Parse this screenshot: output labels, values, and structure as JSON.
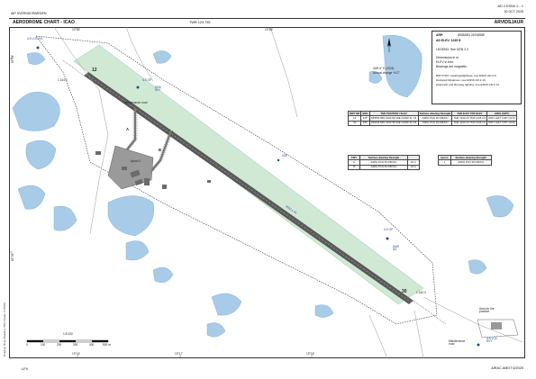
{
  "header": {
    "publisher": "AIP SVERIGE/SWEDEN",
    "ad_ref": "AD 2 ESNX 2 - 1",
    "date": "30 OCT 2025",
    "title": "AERODROME CHART - ICAO",
    "twr": "TWR 123.735",
    "aerodrome": "ARVIDSJAUR"
  },
  "info": {
    "arp": "ARP:",
    "arp_value": "653528N 0191658E",
    "ad_elev": "AD ELEV:  1245 ft",
    "legend": "LEGEND: See GEN 2.3",
    "dims_1": "Dimensions in m.",
    "dims_2": "ELEV in feet.",
    "dims_3": "Bearings are magnetic.",
    "note_1": "RWY/TWY markings/lightings, see ESNX AD 2.9",
    "note_2": "Declared Distances, see ESNX AD 2.13",
    "note_3": "Approach and Runway lighting, see ESNX AD 2.14"
  },
  "var": {
    "line1": "VAR 6° E (2024)",
    "line2": "Annual change +0.2°"
  },
  "rwy_table": {
    "headers": [
      "RWY NR",
      "BRG",
      "THR POSITION / ELEV",
      "Surface, Bearing Strength",
      "THR ELEV TDZ ELEV",
      "LRES (SWY)"
    ],
    "rows": [
      [
        "12",
        "125°",
        "653554.55N 0191702.32E GUND 31.7/3",
        "ASPH PCN 39 F/B/X/U",
        "THR 1240.4 ft TDZ 1245.4 ft",
        "RWY LEFT 0.96° (22.9)"
      ],
      [
        "30",
        "305°",
        "653442.66N 0191738.52E GUND 32.4/3",
        "ASPH PCN 39 F/B/X/U",
        "THR 1240.3 ft TDZ 1245.4 ft",
        "RWY LEFT 0.55° (20.8)"
      ]
    ]
  },
  "twy_table": {
    "headers": [
      "TWY",
      "Surface, Bearing Strength",
      ""
    ],
    "rows": [
      [
        "A",
        "ASPH PCN 39 F/B/X/U",
        "23 m"
      ],
      [
        "B",
        "ASPH PCN 39 F/B/X/U",
        "23 m"
      ]
    ]
  },
  "apron_table": {
    "headers": [
      "Apron",
      "Surface, Bearing Strength"
    ],
    "rows": [
      [
        "1",
        "ASPH PCN 39 F/B/X/U"
      ]
    ]
  },
  "map_labels": {
    "ils_loc_nw": "ILS LOC NX",
    "ils_gp": "ILS GP",
    "dme": "DME NVY",
    "rwy_12": "12",
    "rwy_30": "30",
    "thr_12_elev": "1 244.0",
    "thr_30_elev": "1 240.3",
    "vdf": "VDF",
    "gp_se": "ILS GP",
    "dme_se": "DME NX",
    "ils_loc_se": "ILS LOC NVY",
    "maint_road_1": "Maintenance road",
    "maint_road_2": "Maintenance road",
    "area_fire": "Area for fire practice",
    "twy_a": "A",
    "twy_b": "B",
    "apron": "Apron 1",
    "rwy_len": "2500 x 45"
  },
  "scale": {
    "label": "1:8 000",
    "ticks": [
      "0",
      "100",
      "200",
      "300",
      "400",
      "500 m"
    ]
  },
  "side_note": "Drawing: Skog (Sweden), Moln (Scale: 1:10000)",
  "footer": {
    "left": "LFV",
    "right": "AIRAC AMDT 6/2025"
  },
  "grid_labels": {
    "top1": "19°15'",
    "top2": "19°16'",
    "bottom1": "19°16'",
    "bottom2": "19°17'",
    "bottom3": "19°18'",
    "left1": "65°36'",
    "left2": "65°35'"
  },
  "colors": {
    "rwy_strip": "#cfe9d4",
    "runway": "#5a5a5a",
    "lake": "#9fc4e6",
    "border": "#333333",
    "nav_blue": "#1f4fa0"
  }
}
